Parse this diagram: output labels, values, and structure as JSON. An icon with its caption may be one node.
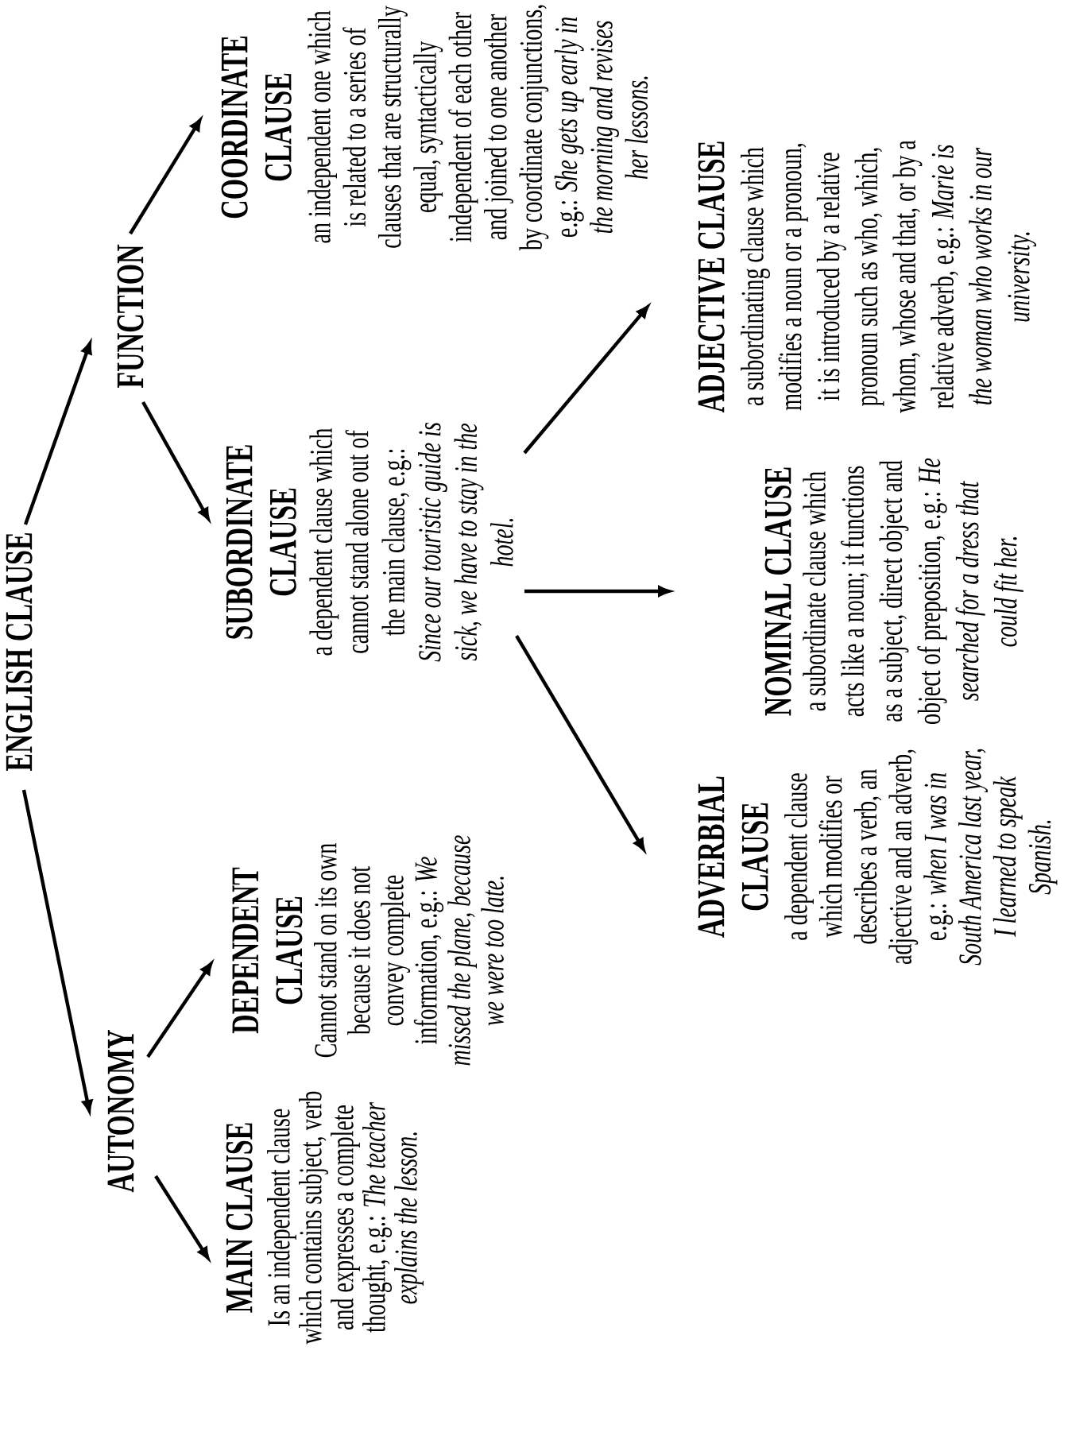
{
  "diagram": {
    "nodes": [
      {
        "text": [
          "ENGLISH CLAUSE"
        ]
      },
      {
        "text": [
          "AUTONOMY"
        ]
      },
      {
        "text": [
          "FUNCTION"
        ]
      },
      {
        "text": [
          "MAIN CLAUSE",
          "Is an independent clause which contains subject, verb and expresses a complete thought, e.g.: *The teacher explains the lesson.*"
        ]
      },
      {
        "text": [
          "DEPENDENT CLAUSE",
          "Cannot stand on its own because it does not convey complete information, e.g.: *We missed the plane, because we were too late.*"
        ]
      },
      {
        "text": [
          "SUBORDINATE CLAUSE",
          "a dependent clause which cannot stand alone out of the main clause, e.g.: *Since our touristic guide is sick, we have to stay in the hotel.*"
        ]
      },
      {
        "text": [
          "COORDINATE CLAUSE",
          "an independent one which is related to a series of clauses that are structurally equal, syntactically independent of each other and joined to one another by coordinate conjunctions, e.g.: *She gets up early in the morning and revises her lessons.*"
        ]
      },
      {
        "text": [
          "ADVERBIAL CLAUSE",
          "a dependent clause which modifies or describes a verb, an adjective and an adverb, e.g.: *when I was in South America last year, I learned to speak Spanish.*"
        ]
      },
      {
        "text": [
          "NOMINAL CLAUSE",
          "a subordinate clause which acts like a noun; it functions as a subject, direct object and object of preposition, e.g.: *He searched for a dress that could fit her.*"
        ]
      },
      {
        "text": [
          "ADJECTIVE CLAUSE",
          "a subordinating clause which modifies a noun or a pronoun, it is introduced by a relative pronoun such as who, which, whom, whose and that, or by a relative adverb, e.g.: *Marie is the woman who works in our university.*"
        ]
      }
    ],
    "edges": [
      {
        "from": 0,
        "to": 1,
        "arrow": "to"
      },
      {
        "from": 0,
        "to": 2,
        "arrow": "to"
      },
      {
        "from": 1,
        "to": 3,
        "arrow": "to"
      },
      {
        "from": 1,
        "to": 4,
        "arrow": "to"
      },
      {
        "from": 2,
        "to": 5,
        "arrow": "to"
      },
      {
        "from": 2,
        "to": 6,
        "arrow": "to"
      },
      {
        "from": 5,
        "to": 7,
        "arrow": "to"
      },
      {
        "from": 5,
        "to": 8,
        "arrow": "to"
      },
      {
        "from": 5,
        "to": 9,
        "arrow": "to"
      }
    ]
  }
}
